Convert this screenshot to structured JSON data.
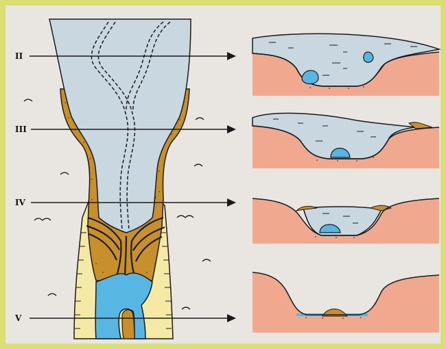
{
  "colors": {
    "frame": "#d9df72",
    "background": "#e9e6e1",
    "ice": "#c9d7e1",
    "water": "#58b6e2",
    "moraine": "#c8902a",
    "outwash": "#f4eaa6",
    "bedrock": "#f0a98f",
    "outline": "#1a1a1a"
  },
  "sections": [
    {
      "label": "II"
    },
    {
      "label": "III"
    },
    {
      "label": "IV"
    },
    {
      "label": "V"
    }
  ]
}
